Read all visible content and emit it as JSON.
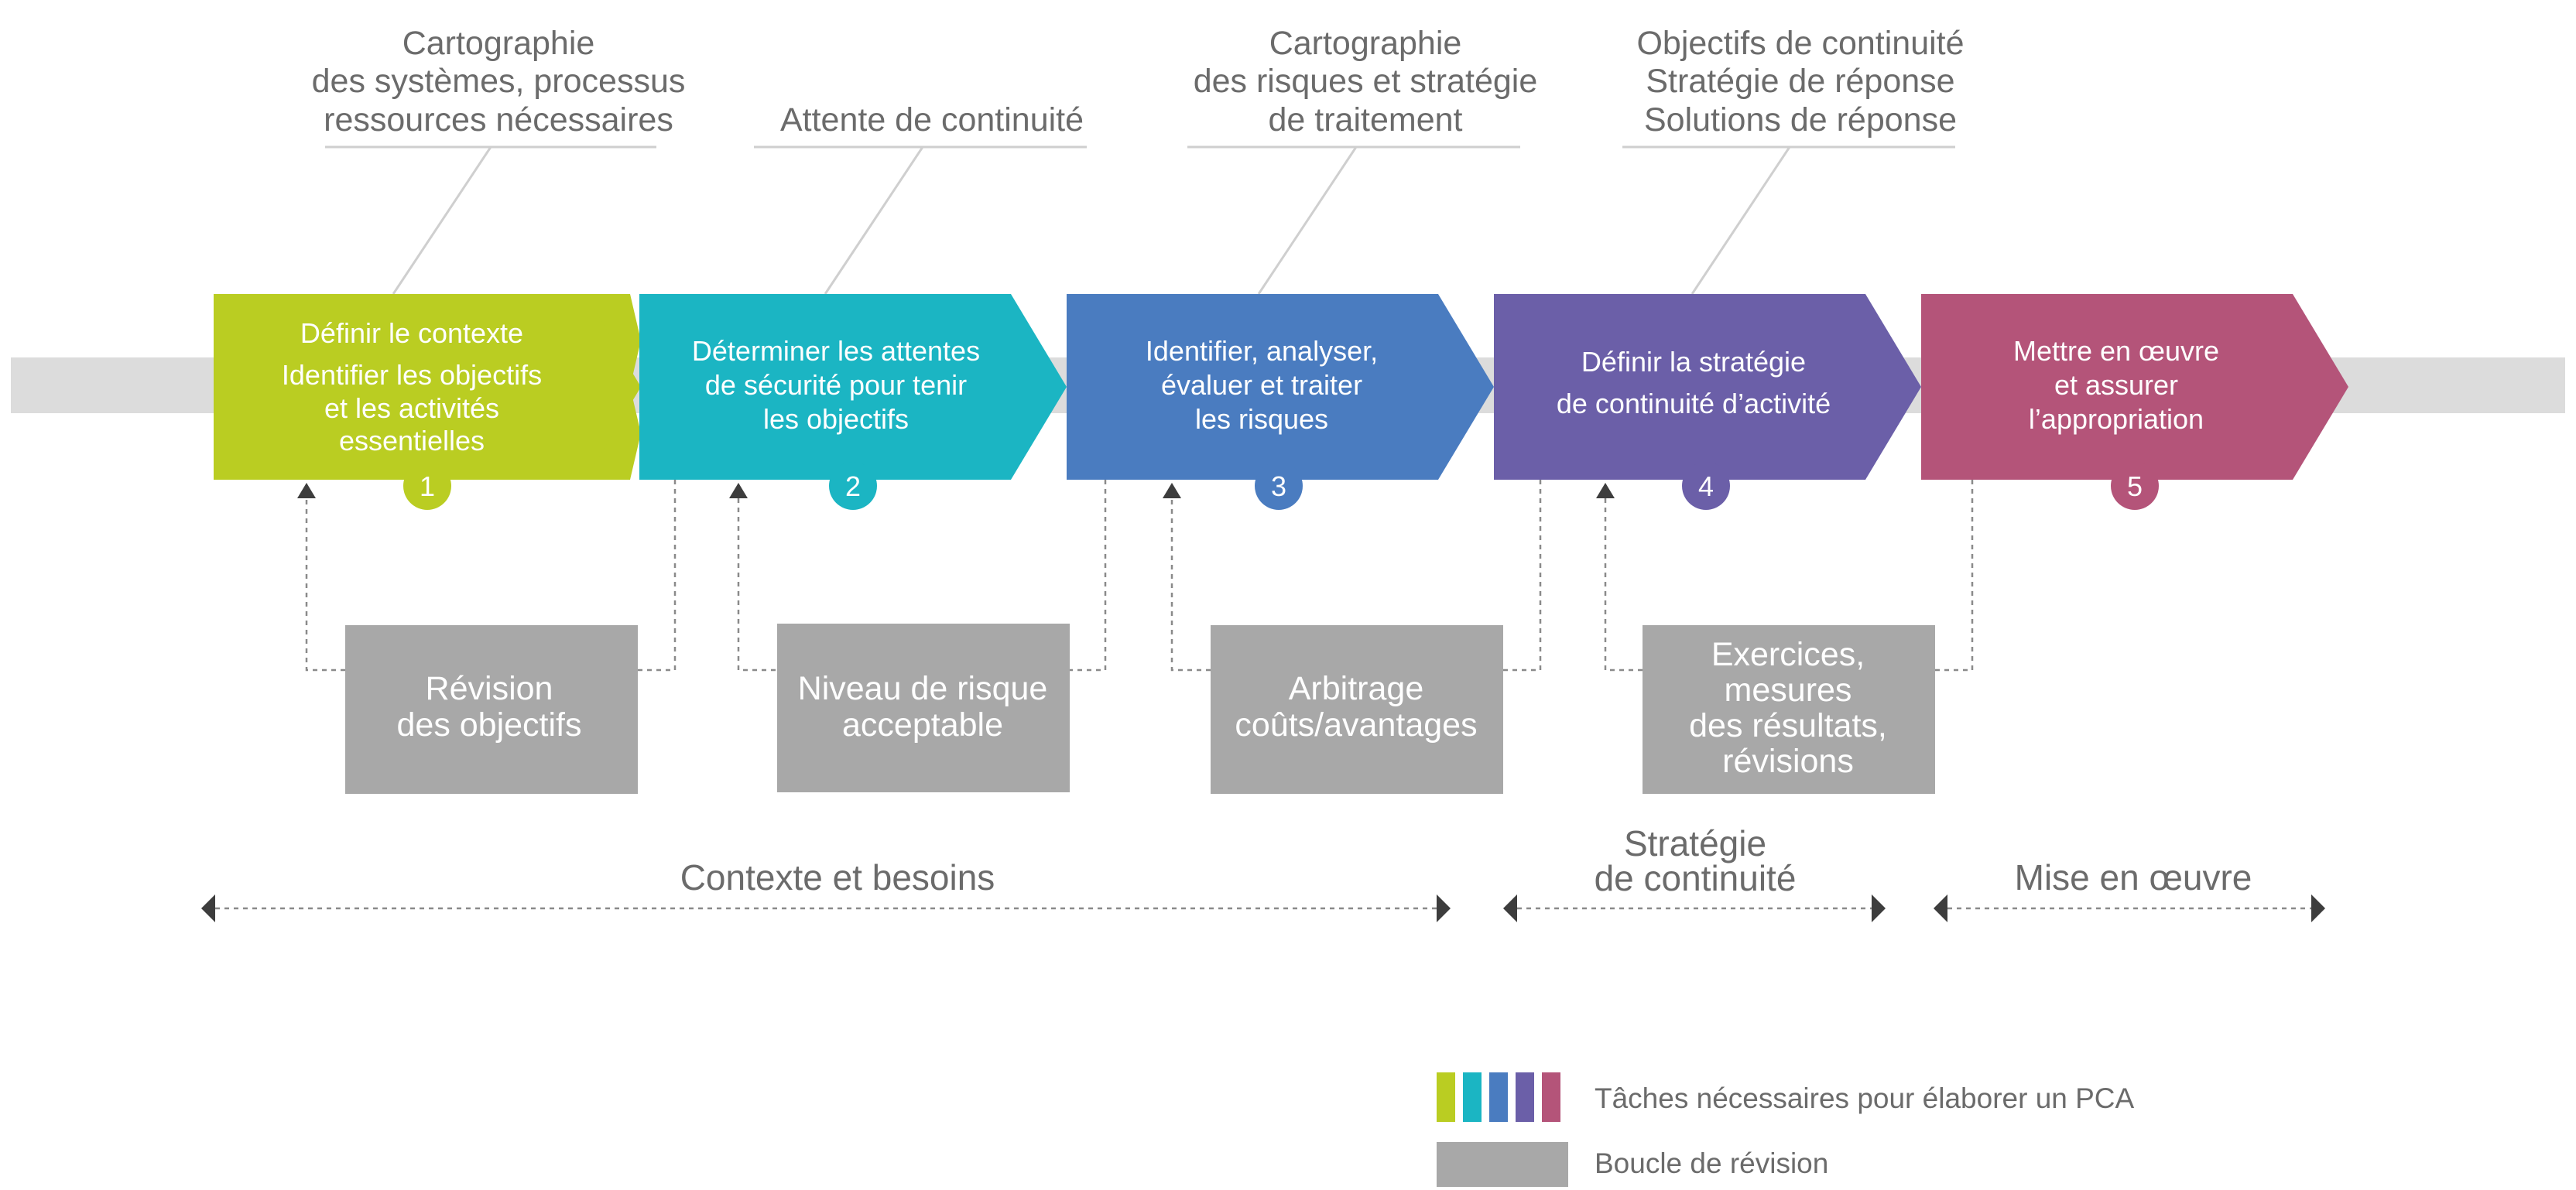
{
  "top_annotations": [
    {
      "lines": [
        "Cartographie",
        "des systèmes, processus",
        "ressources nécessaires"
      ]
    },
    {
      "lines": [
        "Attente de continuité"
      ]
    },
    {
      "lines": [
        "Cartographie",
        "des risques et stratégie",
        "de traitement"
      ]
    },
    {
      "lines": [
        "Objectifs de continuité",
        "Stratégie de réponse",
        "Solutions de réponse"
      ]
    }
  ],
  "steps": [
    {
      "number": "1",
      "color": "#bacd22",
      "lines": [
        "Définir le contexte",
        "Identifier les objectifs",
        "et les activités",
        "essentielles"
      ]
    },
    {
      "number": "2",
      "color": "#1bb5c3",
      "lines": [
        "Déterminer les attentes",
        "de sécurité pour tenir",
        "les objectifs"
      ]
    },
    {
      "number": "3",
      "color": "#4a7cc0",
      "lines": [
        "Identifier, analyser,",
        "évaluer et traiter",
        "les risques"
      ]
    },
    {
      "number": "4",
      "color": "#6b5fa8",
      "lines": [
        "Définir la stratégie",
        "de continuité d’activité"
      ]
    },
    {
      "number": "5",
      "color": "#b45479",
      "lines": [
        "Mettre en œuvre",
        "et assurer",
        "l’appropriation"
      ]
    }
  ],
  "review_boxes": [
    {
      "lines": [
        "Révision",
        "des objectifs"
      ]
    },
    {
      "lines": [
        "Niveau de risque",
        "acceptable"
      ]
    },
    {
      "lines": [
        "Arbitrage",
        "coûts/avantages"
      ]
    },
    {
      "lines": [
        "Exercices,",
        "mesures",
        "des résultats,",
        "révisions"
      ]
    }
  ],
  "phases": [
    {
      "lines": [
        "Contexte et besoins"
      ]
    },
    {
      "lines": [
        "Stratégie",
        "de continuité"
      ]
    },
    {
      "lines": [
        "Mise en œuvre"
      ]
    }
  ],
  "legend": {
    "tasks_label": "Tâches nécessaires pour élaborer un PCA",
    "review_label": "Boucle de révision",
    "task_colors": [
      "#bacd22",
      "#1bb5c3",
      "#4a7cc0",
      "#6b5fa8",
      "#b45479"
    ],
    "review_color": "#a8a8a8"
  },
  "colors": {
    "band": "#dcdcdc",
    "review_box": "#a8a8a8",
    "text_gray": "#6b6b6b"
  }
}
